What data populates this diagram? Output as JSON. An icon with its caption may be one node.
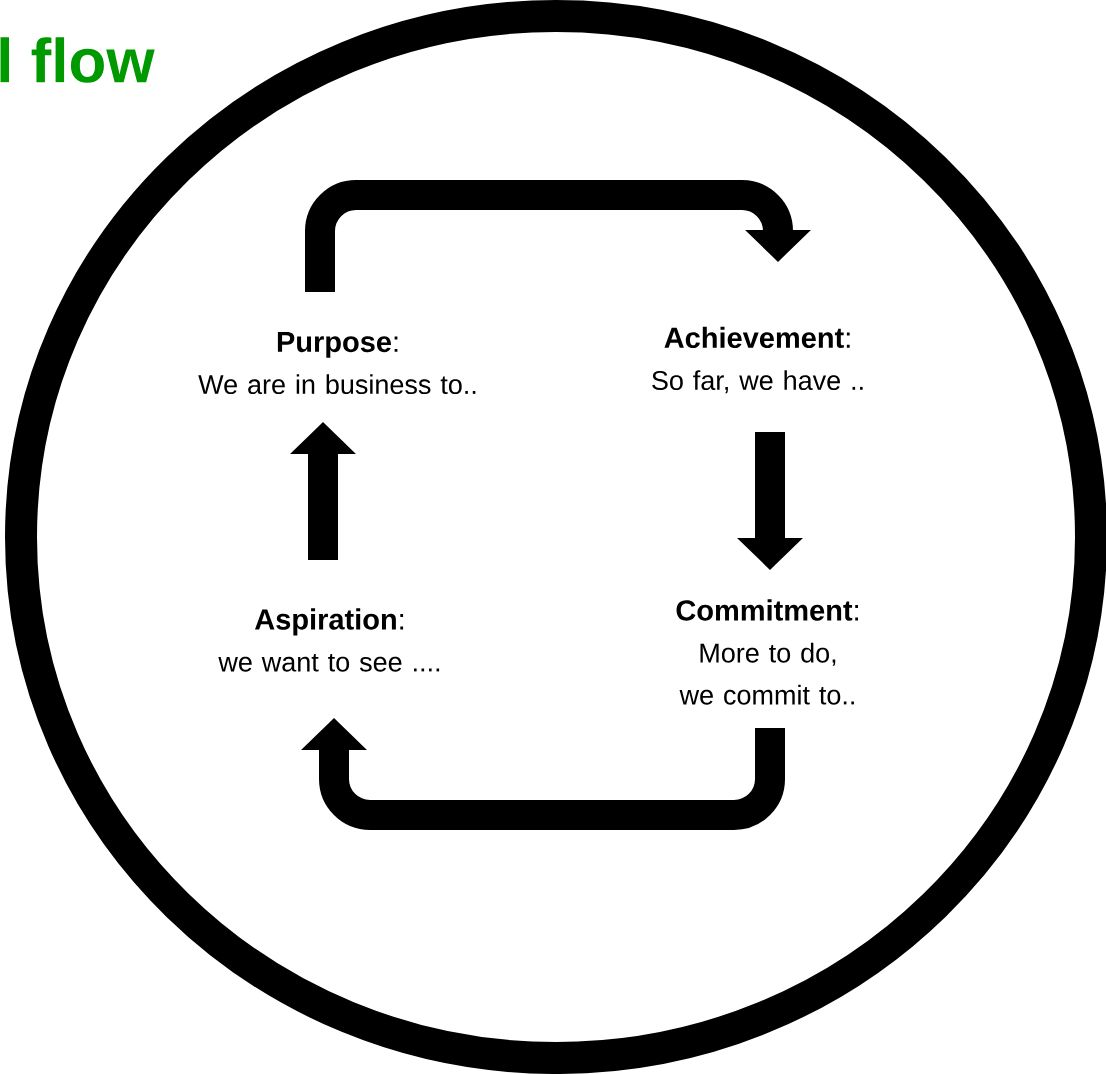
{
  "diagram": {
    "title": "l flow",
    "nodes": [
      {
        "text": [],
        "shape": "circle"
      },
      {
        "text": [
          "**Purpose**:",
          "We are in business to.."
        ],
        "in": 0
      },
      {
        "text": [
          "**Achievement**:",
          "So far, we have .."
        ],
        "in": 0
      },
      {
        "text": [
          "**Commitment**:",
          "More to do, we commit to.."
        ],
        "in": 0
      },
      {
        "text": [
          "**Aspiration**:",
          "we want to see ...."
        ],
        "in": 0
      }
    ],
    "edges": [
      {
        "from": 1,
        "to": 2,
        "arrow": "to"
      },
      {
        "from": 2,
        "to": 3,
        "arrow": "to"
      },
      {
        "from": 3,
        "to": 4,
        "arrow": "to"
      },
      {
        "from": 4,
        "to": 1,
        "arrow": "to"
      }
    ]
  }
}
